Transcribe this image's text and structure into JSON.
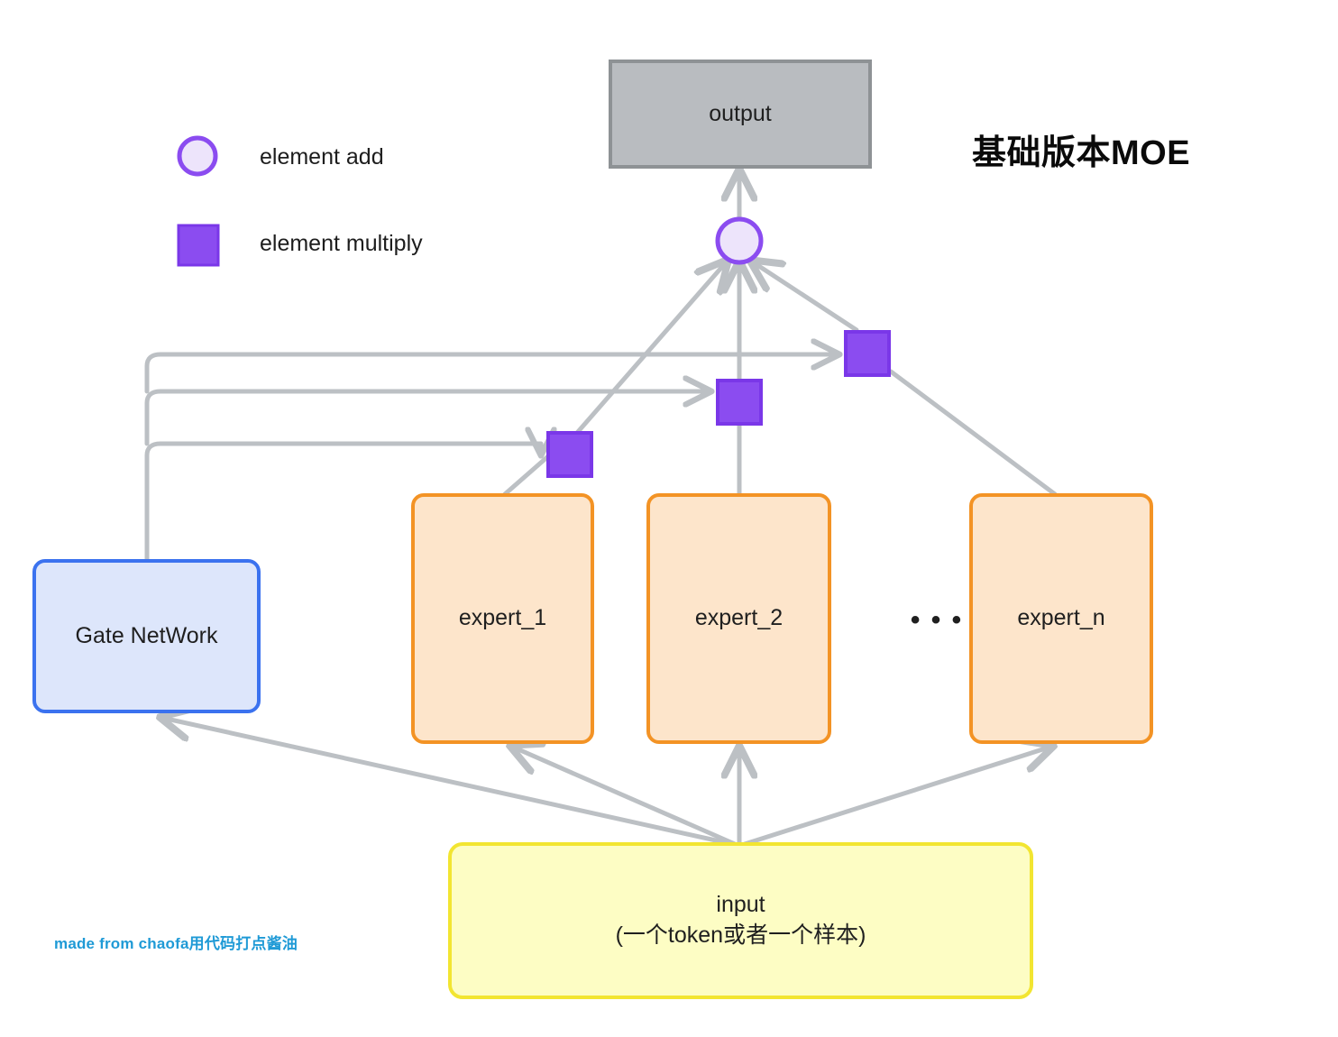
{
  "title": "基础版本MOE",
  "watermark": "made from chaofa用代码打点酱油",
  "legend": {
    "items": [
      {
        "shape": "circle",
        "label": "element add",
        "fill": "#ede4fb",
        "stroke": "#8b4cf0"
      },
      {
        "shape": "square",
        "label": "element multiply",
        "fill": "#8b4cf0",
        "stroke": "#7a37e8"
      }
    ]
  },
  "nodes": {
    "output": {
      "label": "output",
      "fill": "#b9bcc0",
      "stroke": "#8e9295"
    },
    "gate": {
      "label": "Gate NetWork",
      "fill": "#dde6fb",
      "stroke": "#3b72ef"
    },
    "expert_1": {
      "label": "expert_1",
      "fill": "#fde5cb",
      "stroke": "#f39325"
    },
    "expert_2": {
      "label": "expert_2",
      "fill": "#fde5cb",
      "stroke": "#f39325"
    },
    "expert_n": {
      "label": "expert_n",
      "fill": "#fde5cb",
      "stroke": "#f39325"
    },
    "ellipsis": "• • •",
    "input": {
      "line1": "input",
      "line2": "(一个token或者一个样本)",
      "fill": "#fdfdc4",
      "stroke": "#f2e531"
    },
    "add_node": {
      "name": "element-add",
      "fill": "#ede4fb",
      "stroke": "#8b4cf0"
    },
    "multiply_1": {
      "name": "element-multiply-1",
      "fill": "#8b4cf0",
      "stroke": "#7a37e8"
    },
    "multiply_2": {
      "name": "element-multiply-2",
      "fill": "#8b4cf0",
      "stroke": "#7a37e8"
    },
    "multiply_3": {
      "name": "element-multiply-3",
      "fill": "#8b4cf0",
      "stroke": "#7a37e8"
    }
  },
  "edges": {
    "stroke": "#bcc0c4",
    "description": "input fans out to gate network and all experts; gate weights route to the three multiply nodes; experts feed into multiply nodes; multiply nodes sum at the add node which feeds the output"
  }
}
